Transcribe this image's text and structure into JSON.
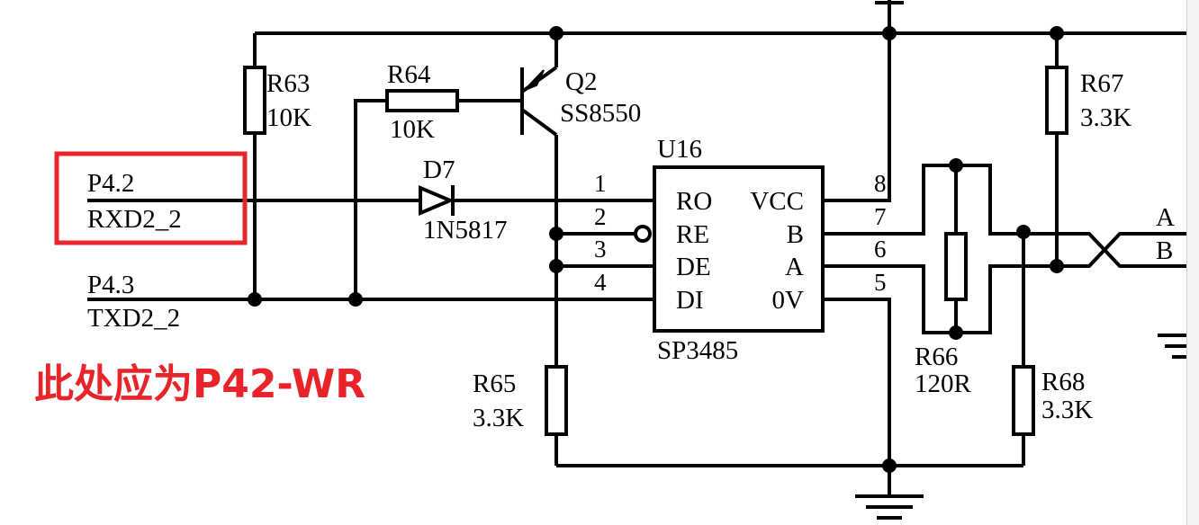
{
  "colors": {
    "wire": "#000000",
    "highlight": "#e8232a",
    "note": "#e8232a"
  },
  "signals": {
    "p42": "P4.2",
    "rxd": "RXD2_2",
    "p43": "P4.3",
    "txd": "TXD2_2",
    "bus_a": "A",
    "bus_b": "B"
  },
  "annotation": {
    "text": "此处应为P42-WR"
  },
  "components": {
    "r63": {
      "ref": "R63",
      "value": "10K"
    },
    "r64": {
      "ref": "R64",
      "value": "10K"
    },
    "q2": {
      "ref": "Q2",
      "value": "SS8550"
    },
    "d7": {
      "ref": "D7",
      "value": "1N5817"
    },
    "r65": {
      "ref": "R65",
      "value": "3.3K"
    },
    "r66": {
      "ref": "R66",
      "value": "120R"
    },
    "r67": {
      "ref": "R67",
      "value": "3.3K"
    },
    "r68": {
      "ref": "R68",
      "value": "3.3K"
    }
  },
  "chip": {
    "ref": "U16",
    "part": "SP3485",
    "left_pins": [
      {
        "num": "1",
        "name": "RO"
      },
      {
        "num": "2",
        "name": "RE"
      },
      {
        "num": "3",
        "name": "DE"
      },
      {
        "num": "4",
        "name": "DI"
      }
    ],
    "right_pins": [
      {
        "num": "8",
        "name": "VCC"
      },
      {
        "num": "7",
        "name": "B"
      },
      {
        "num": "6",
        "name": "A"
      },
      {
        "num": "5",
        "name": "0V"
      }
    ]
  }
}
